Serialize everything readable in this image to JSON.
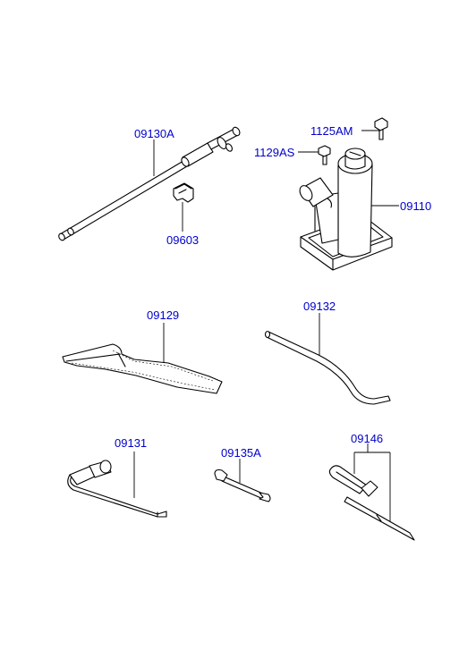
{
  "parts": [
    {
      "id": "p1",
      "number": "09130A",
      "name": "jack-handle"
    },
    {
      "id": "p2",
      "number": "09603",
      "name": "handle-clip"
    },
    {
      "id": "p3",
      "number": "1125AM",
      "name": "bolt"
    },
    {
      "id": "p4",
      "number": "1129AS",
      "name": "bolt"
    },
    {
      "id": "p5",
      "number": "09110",
      "name": "bottle-jack"
    },
    {
      "id": "p6",
      "number": "09129",
      "name": "tool-bag"
    },
    {
      "id": "p7",
      "number": "09132",
      "name": "tire-lever"
    },
    {
      "id": "p8",
      "number": "09131",
      "name": "wheel-nut-wrench"
    },
    {
      "id": "p9",
      "number": "09135A",
      "name": "spanner"
    },
    {
      "id": "p10",
      "number": "09146",
      "name": "screwdriver"
    }
  ],
  "colors": {
    "label": "#0000cc",
    "line": "#000000",
    "background": "#ffffff"
  }
}
